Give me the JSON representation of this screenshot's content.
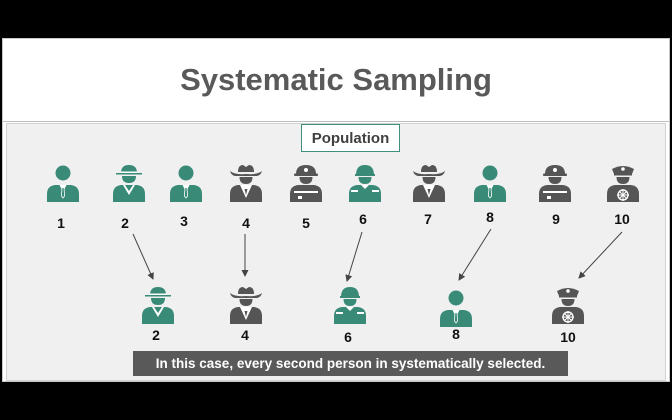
{
  "title": "Systematic Sampling",
  "population_label": "Population",
  "caption": "In this case, every second person in systematically selected.",
  "colors": {
    "teal": "#3a8a78",
    "dark": "#555555"
  },
  "population": [
    {
      "label": "1",
      "icon": "businessman-icon",
      "color": "teal"
    },
    {
      "label": "2",
      "icon": "detective-icon",
      "color": "teal"
    },
    {
      "label": "3",
      "icon": "businessman-icon",
      "color": "teal"
    },
    {
      "label": "4",
      "icon": "cowboy-icon",
      "color": "dark"
    },
    {
      "label": "5",
      "icon": "firefighter-icon",
      "color": "dark"
    },
    {
      "label": "6",
      "icon": "soldier-icon",
      "color": "teal"
    },
    {
      "label": "7",
      "icon": "cowboy-icon",
      "color": "dark"
    },
    {
      "label": "8",
      "icon": "businessman-icon",
      "color": "teal"
    },
    {
      "label": "9",
      "icon": "firefighter-icon",
      "color": "dark"
    },
    {
      "label": "10",
      "icon": "captain-icon",
      "color": "dark"
    }
  ],
  "sample": [
    {
      "label": "2",
      "icon": "detective-icon",
      "color": "teal"
    },
    {
      "label": "4",
      "icon": "cowboy-icon",
      "color": "dark"
    },
    {
      "label": "6",
      "icon": "soldier-icon",
      "color": "teal"
    },
    {
      "label": "8",
      "icon": "businessman-icon",
      "color": "teal"
    },
    {
      "label": "10",
      "icon": "captain-icon",
      "color": "dark"
    }
  ]
}
